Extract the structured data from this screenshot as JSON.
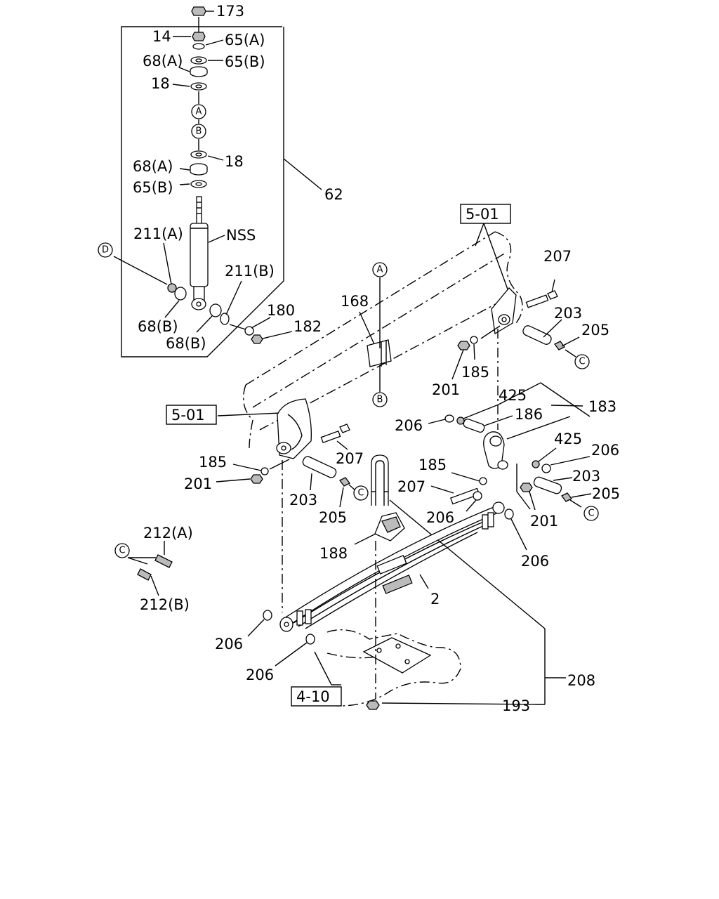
{
  "labels": {
    "p173": "173",
    "p14": "14",
    "p65a_top": "65(A)",
    "p68a_top": "68(A)",
    "p65b_top": "65(B)",
    "p18_top": "18",
    "p18_mid": "18",
    "p68a_mid": "68(A)",
    "p65b_mid": "65(B)",
    "p62": "62",
    "p211a": "211(A)",
    "nss": "NSS",
    "p211b": "211(B)",
    "p68b_left": "68(B)",
    "p68b_right": "68(B)",
    "p180": "180",
    "p182": "182",
    "ref501_top": "5-01",
    "p207_tr": "207",
    "p168": "168",
    "p203_tr": "203",
    "p205_tr": "205",
    "p201_r": "201",
    "p185_r": "185",
    "p425_top": "425",
    "p186": "186",
    "p183": "183",
    "p206_r1": "206",
    "ref501_left": "5-01",
    "p425_r": "425",
    "p206_r2": "206",
    "p185_l": "185",
    "p207_l": "207",
    "p185_m": "185",
    "p203_r": "203",
    "p201_l": "201",
    "p207_m": "207",
    "p205_r": "205",
    "p203_l": "203",
    "p205_l": "205",
    "p206_m": "206",
    "p201_r2": "201",
    "p212a": "212(A)",
    "p188": "188",
    "p206_r3": "206",
    "p2": "2",
    "p212b": "212(B)",
    "p206_bl1": "206",
    "p206_bl2": "206",
    "p208": "208",
    "ref410": "4-10",
    "p193": "193"
  },
  "circled_refs": {
    "A_top": "A",
    "B_top": "B",
    "D": "D",
    "A_frame": "A",
    "B_frame": "B",
    "C_tr": "C",
    "C_l": "C",
    "C_r": "C",
    "C_legend": "C"
  }
}
